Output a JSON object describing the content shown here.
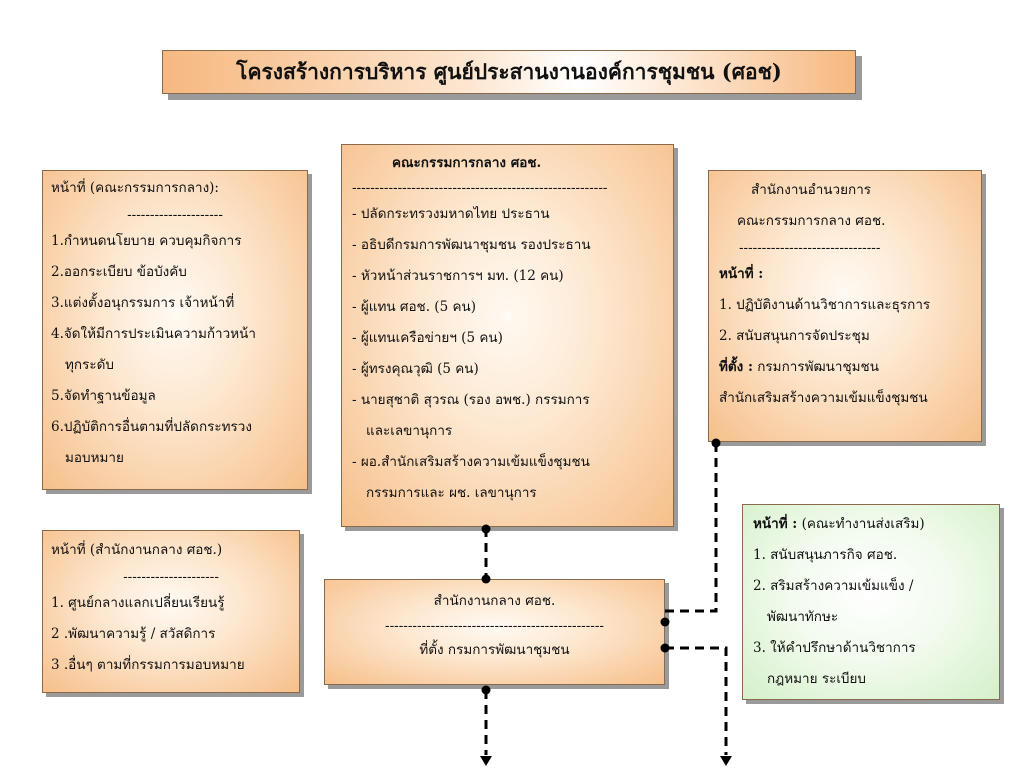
{
  "title": "โครงสร้างการบริหาร ศูนย์ประสานงานองค์การชุมชน (ศอช)",
  "left_top": {
    "heading": "หน้าที่ (คณะกรรมการกลาง):",
    "divider": "---------------------",
    "items": [
      "1.กำหนดนโยบาย ควบคุมกิจการ",
      "2.ออกระเบียบ ข้อบังคับ",
      "3.แต่งตั้งอนุกรรมการ เจ้าหน้าที่",
      "4.จัดให้มีการประเมินความก้าวหน้า",
      "ทุกระดับ",
      "5.จัดทำฐานข้อมูล",
      "6.ปฏิบัติการอื่นตามที่ปลัดกระทรวง",
      "มอบหมาย"
    ]
  },
  "center_top": {
    "heading": "คณะกรรมการกลาง ศอช.",
    "divider": "--------------------------------------------------------",
    "items": [
      "- ปลัดกระทรวงมหาดไทย ประธาน",
      "- อธิบดีกรมการพัฒนาชุมชน รองประธาน",
      "- หัวหน้าส่วนราชการฯ มท. (12 คน)",
      "- ผู้แทน ศอช. (5 คน)",
      "- ผู้แทนเครือข่ายฯ (5 คน)",
      "- ผู้ทรงคุณวุฒิ (5 คน)",
      "- นายสุชาติ สุวรณ (รอง อพช.) กรรมการ",
      "และเลขานุการ",
      "- ผอ.สำนักเสริมสร้างความเข้มแข็งชุมชน",
      "กรรมการและ ผช. เลขานุการ"
    ]
  },
  "right_top": {
    "heading_line1": "สำนักงานอำนวยการ",
    "heading_line2": "คณะกรรมการกลาง ศอช.",
    "divider": "-------------------------------",
    "duty_label": "หน้าที่ :",
    "items": [
      "1. ปฏิบัติงานด้านวิชาการและธุรการ",
      "2. สนับสนุนการจัดประชุม"
    ],
    "location_label": "ที่ตั้ง :",
    "location_value": "กรมการพัฒนาชุมชน",
    "location_line2": "สำนักเสริมสร้างความเข้มแข็งชุมชน"
  },
  "left_bottom": {
    "heading": "หน้าที่ (สำนักงานกลาง ศอช.)",
    "divider": "---------------------",
    "items": [
      "1. ศูนย์กลางแลกเปลี่ยนเรียนรู้",
      "2 .พัฒนาความรู้ / สวัสดิการ",
      "3 .อื่นๆ ตามที่กรรมการมอบหมาย"
    ]
  },
  "center_bottom": {
    "heading": "สำนักงานกลาง ศอช.",
    "divider": "------------------------------------------------",
    "location": "ที่ตั้ง กรมการพัฒนาชุมชน"
  },
  "right_bottom": {
    "duty_label": "หน้าที่ :",
    "duty_heading": "(คณะทำงานส่งเสริม)",
    "items": [
      "1. สนับสนุนภารกิจ ศอช.",
      "2. สริมสร้างความเข้มแข็ง /",
      "พัฒนาทักษะ",
      "3. ให้คำปรึกษาด้านวิชาการ",
      "กฎหมาย ระเบียบ"
    ]
  },
  "colors": {
    "box_fill": "#f6bf8a",
    "green_fill": "#d4f0c9",
    "connector": "#000000"
  }
}
